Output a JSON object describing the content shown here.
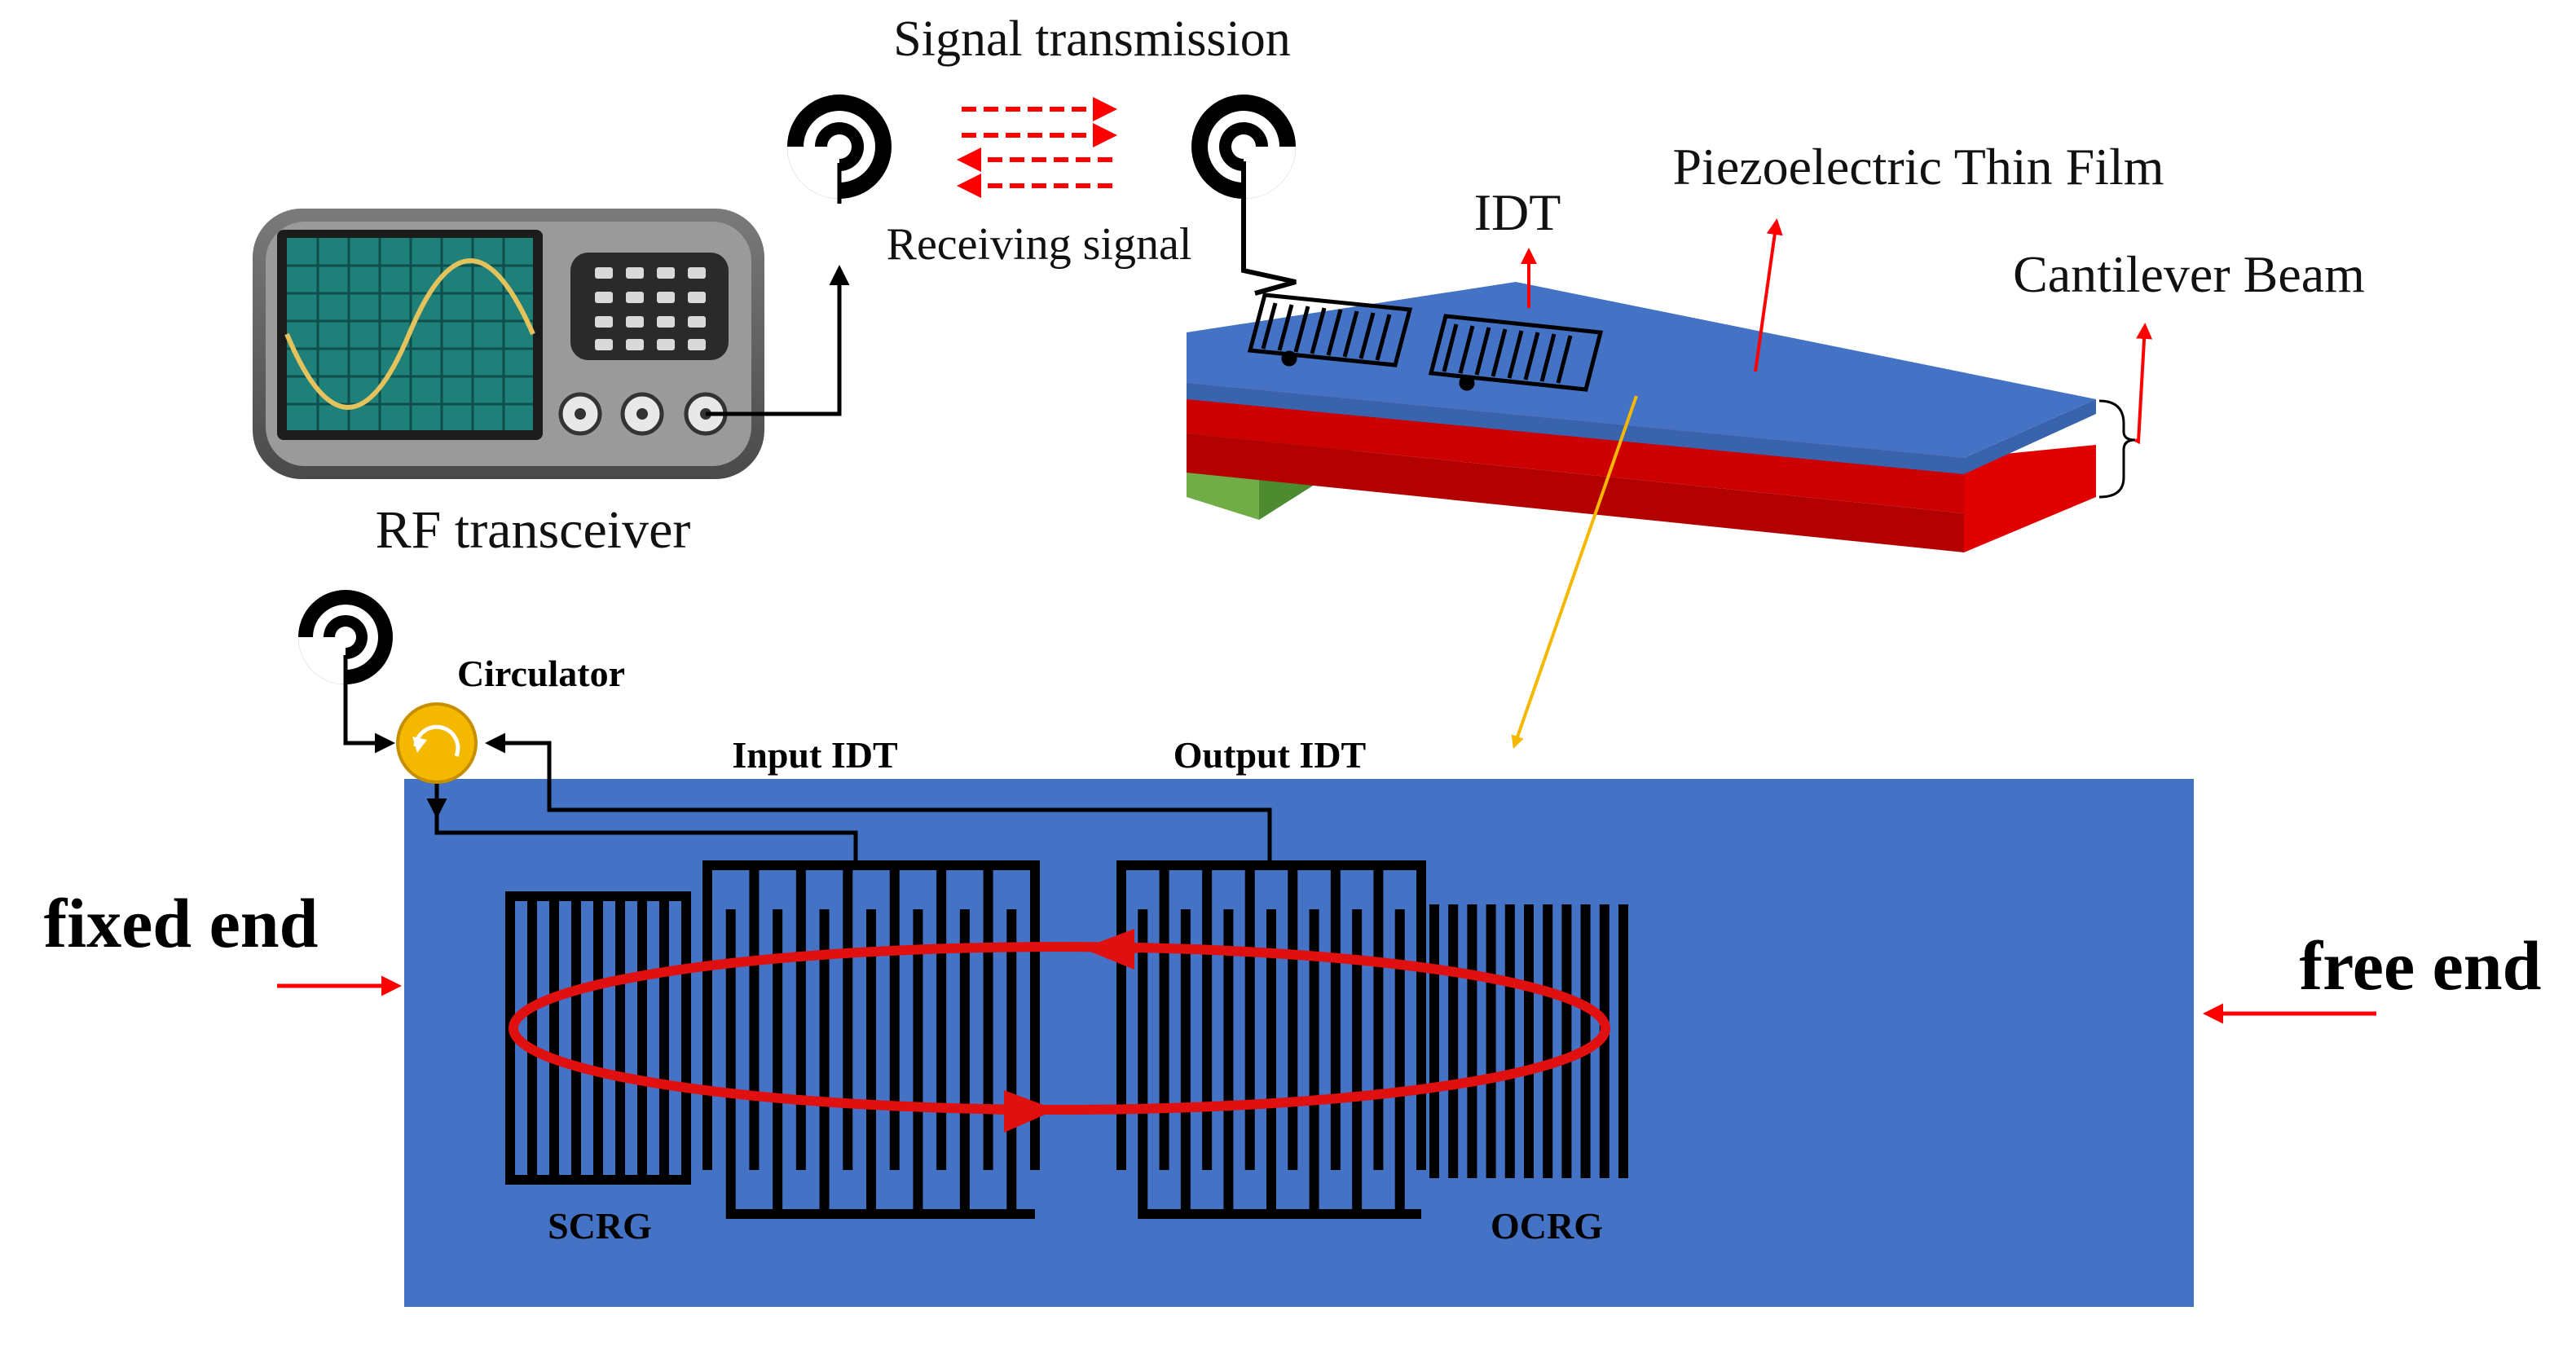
{
  "labels": {
    "signal_transmission": "Signal transmission",
    "receiving_signal": "Receiving signal",
    "rf_transceiver": "RF transceiver",
    "idt": "IDT",
    "piezo_film": "Piezoelectric Thin Film",
    "cantilever_beam": "Cantilever Beam",
    "circulator": "Circulator",
    "input_idt": "Input IDT",
    "output_idt": "Output IDT",
    "fixed_end": "fixed end",
    "free_end": "free end",
    "scrg": "SCRG",
    "ocrg": "OCRG"
  },
  "colors": {
    "substrate_blue": "#4472c4",
    "beam_red": "#d9000d",
    "anchor_green": "#70ad47",
    "arrow_red": "#ff0000",
    "wave_ring_red": "#e01010",
    "pointer_gold": "#f5b800",
    "screen_teal": "#1f7f79",
    "sine_yellow": "#e5c35c"
  },
  "icons": {
    "antenna": "antenna-icon",
    "oscilloscope": "oscilloscope-icon",
    "circulator": "circulator-icon"
  }
}
